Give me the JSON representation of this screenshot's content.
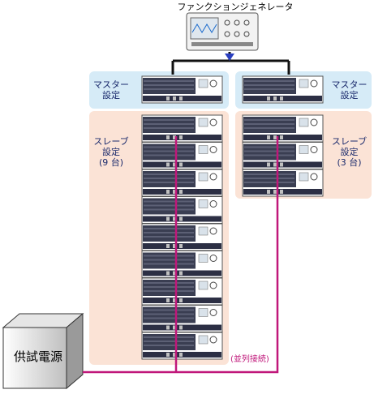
{
  "function_generator_label": "ファンクションジェネレータ",
  "master_left": "マスター\n設定",
  "master_right": "マスター\n設定",
  "slave_left": "スレーブ\n設定\n(9 台)",
  "slave_right": "スレーブ\n設定\n(3 台)",
  "dut_label": "供試電源",
  "parallel_label": "(並列接続)",
  "colors": {
    "master_bg": "#d6ebf7",
    "slave_bg": "#fbe3d6",
    "wire_black": "#111111",
    "wire_magenta": "#c0177a",
    "arrow_blue": "#2a3fbf",
    "text_blue": "#1a2a6c"
  },
  "icons": [
    "function-generator-icon",
    "electronic-load-icon",
    "power-supply-box-icon",
    "arrow-down-icon"
  ]
}
